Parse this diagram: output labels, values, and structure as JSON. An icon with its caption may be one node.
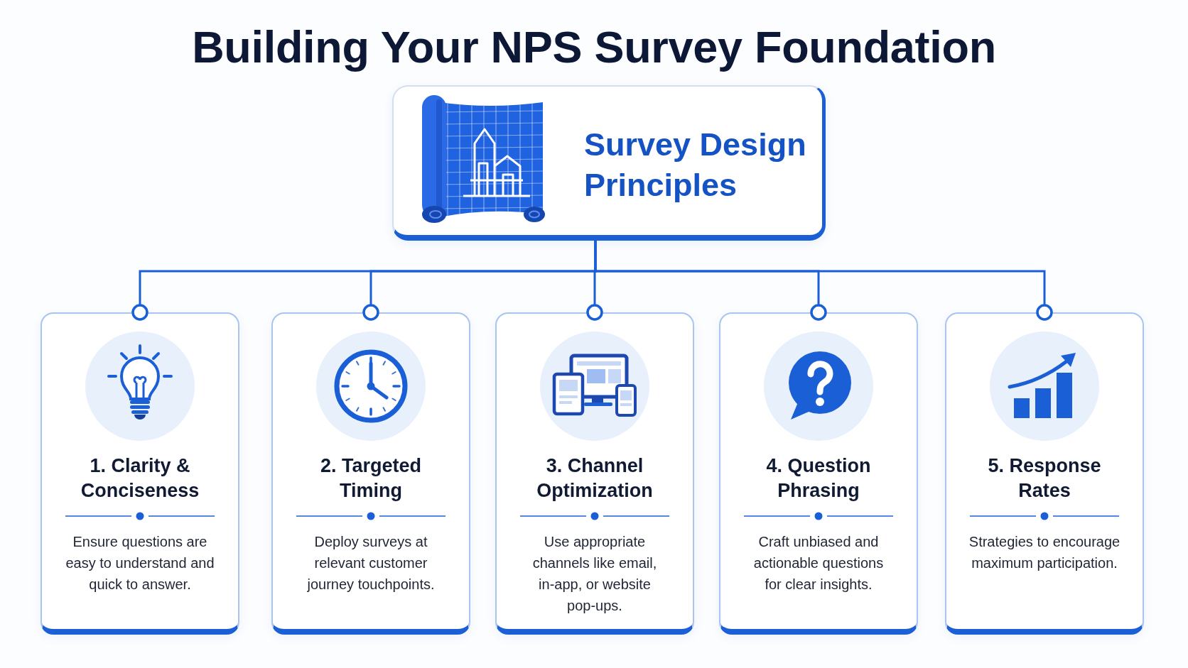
{
  "diagram": {
    "title": "Building Your NPS Survey Foundation",
    "nodes": [
      {
        "text": [
          "Survey Design Principles"
        ]
      },
      {
        "text": [
          "1. Clarity & Conciseness",
          "Ensure questions are easy to understand and quick to answer."
        ]
      },
      {
        "text": [
          "2. Targeted Timing",
          "Deploy surveys at relevant customer journey touchpoints."
        ]
      },
      {
        "text": [
          "3. Channel Optimization",
          "Use appropriate channels like email, in-app, or website pop-ups."
        ]
      },
      {
        "text": [
          "4. Question Phrasing",
          "Craft unbiased and actionable questions for clear insights."
        ]
      },
      {
        "text": [
          "5. Response Rates",
          "Strategies to encourage maximum participation."
        ]
      }
    ],
    "edges": [
      {
        "from": 0,
        "to": 1,
        "arrow": "other"
      },
      {
        "from": 0,
        "to": 2,
        "arrow": "other"
      },
      {
        "from": 0,
        "to": 3,
        "arrow": "other"
      },
      {
        "from": 0,
        "to": 4,
        "arrow": "other"
      },
      {
        "from": 0,
        "to": 5,
        "arrow": "other"
      }
    ]
  }
}
